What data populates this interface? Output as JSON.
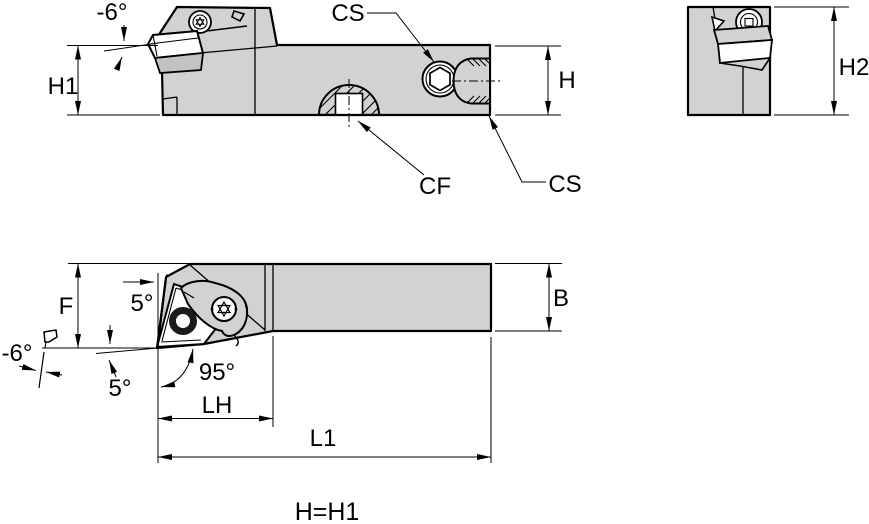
{
  "drawing": {
    "note": "H=H1",
    "colors": {
      "body": "#d2d2d2",
      "shim": "#c2c2c2",
      "insert": "#ffffff",
      "line": "#000000"
    },
    "side_view": {
      "angle_rake": "-6°",
      "h1": "H1",
      "cs_clamp": "CS",
      "h": "H",
      "cf": "CF",
      "cs_end": "CS"
    },
    "end_view": {
      "h2": "H2"
    },
    "top_view": {
      "f": "F",
      "clearance_front": "5°",
      "inclination": "-6°",
      "clearance_side": "5°",
      "lead_angle": "95°",
      "lh": "LH",
      "l1": "L1",
      "b": "B"
    }
  }
}
